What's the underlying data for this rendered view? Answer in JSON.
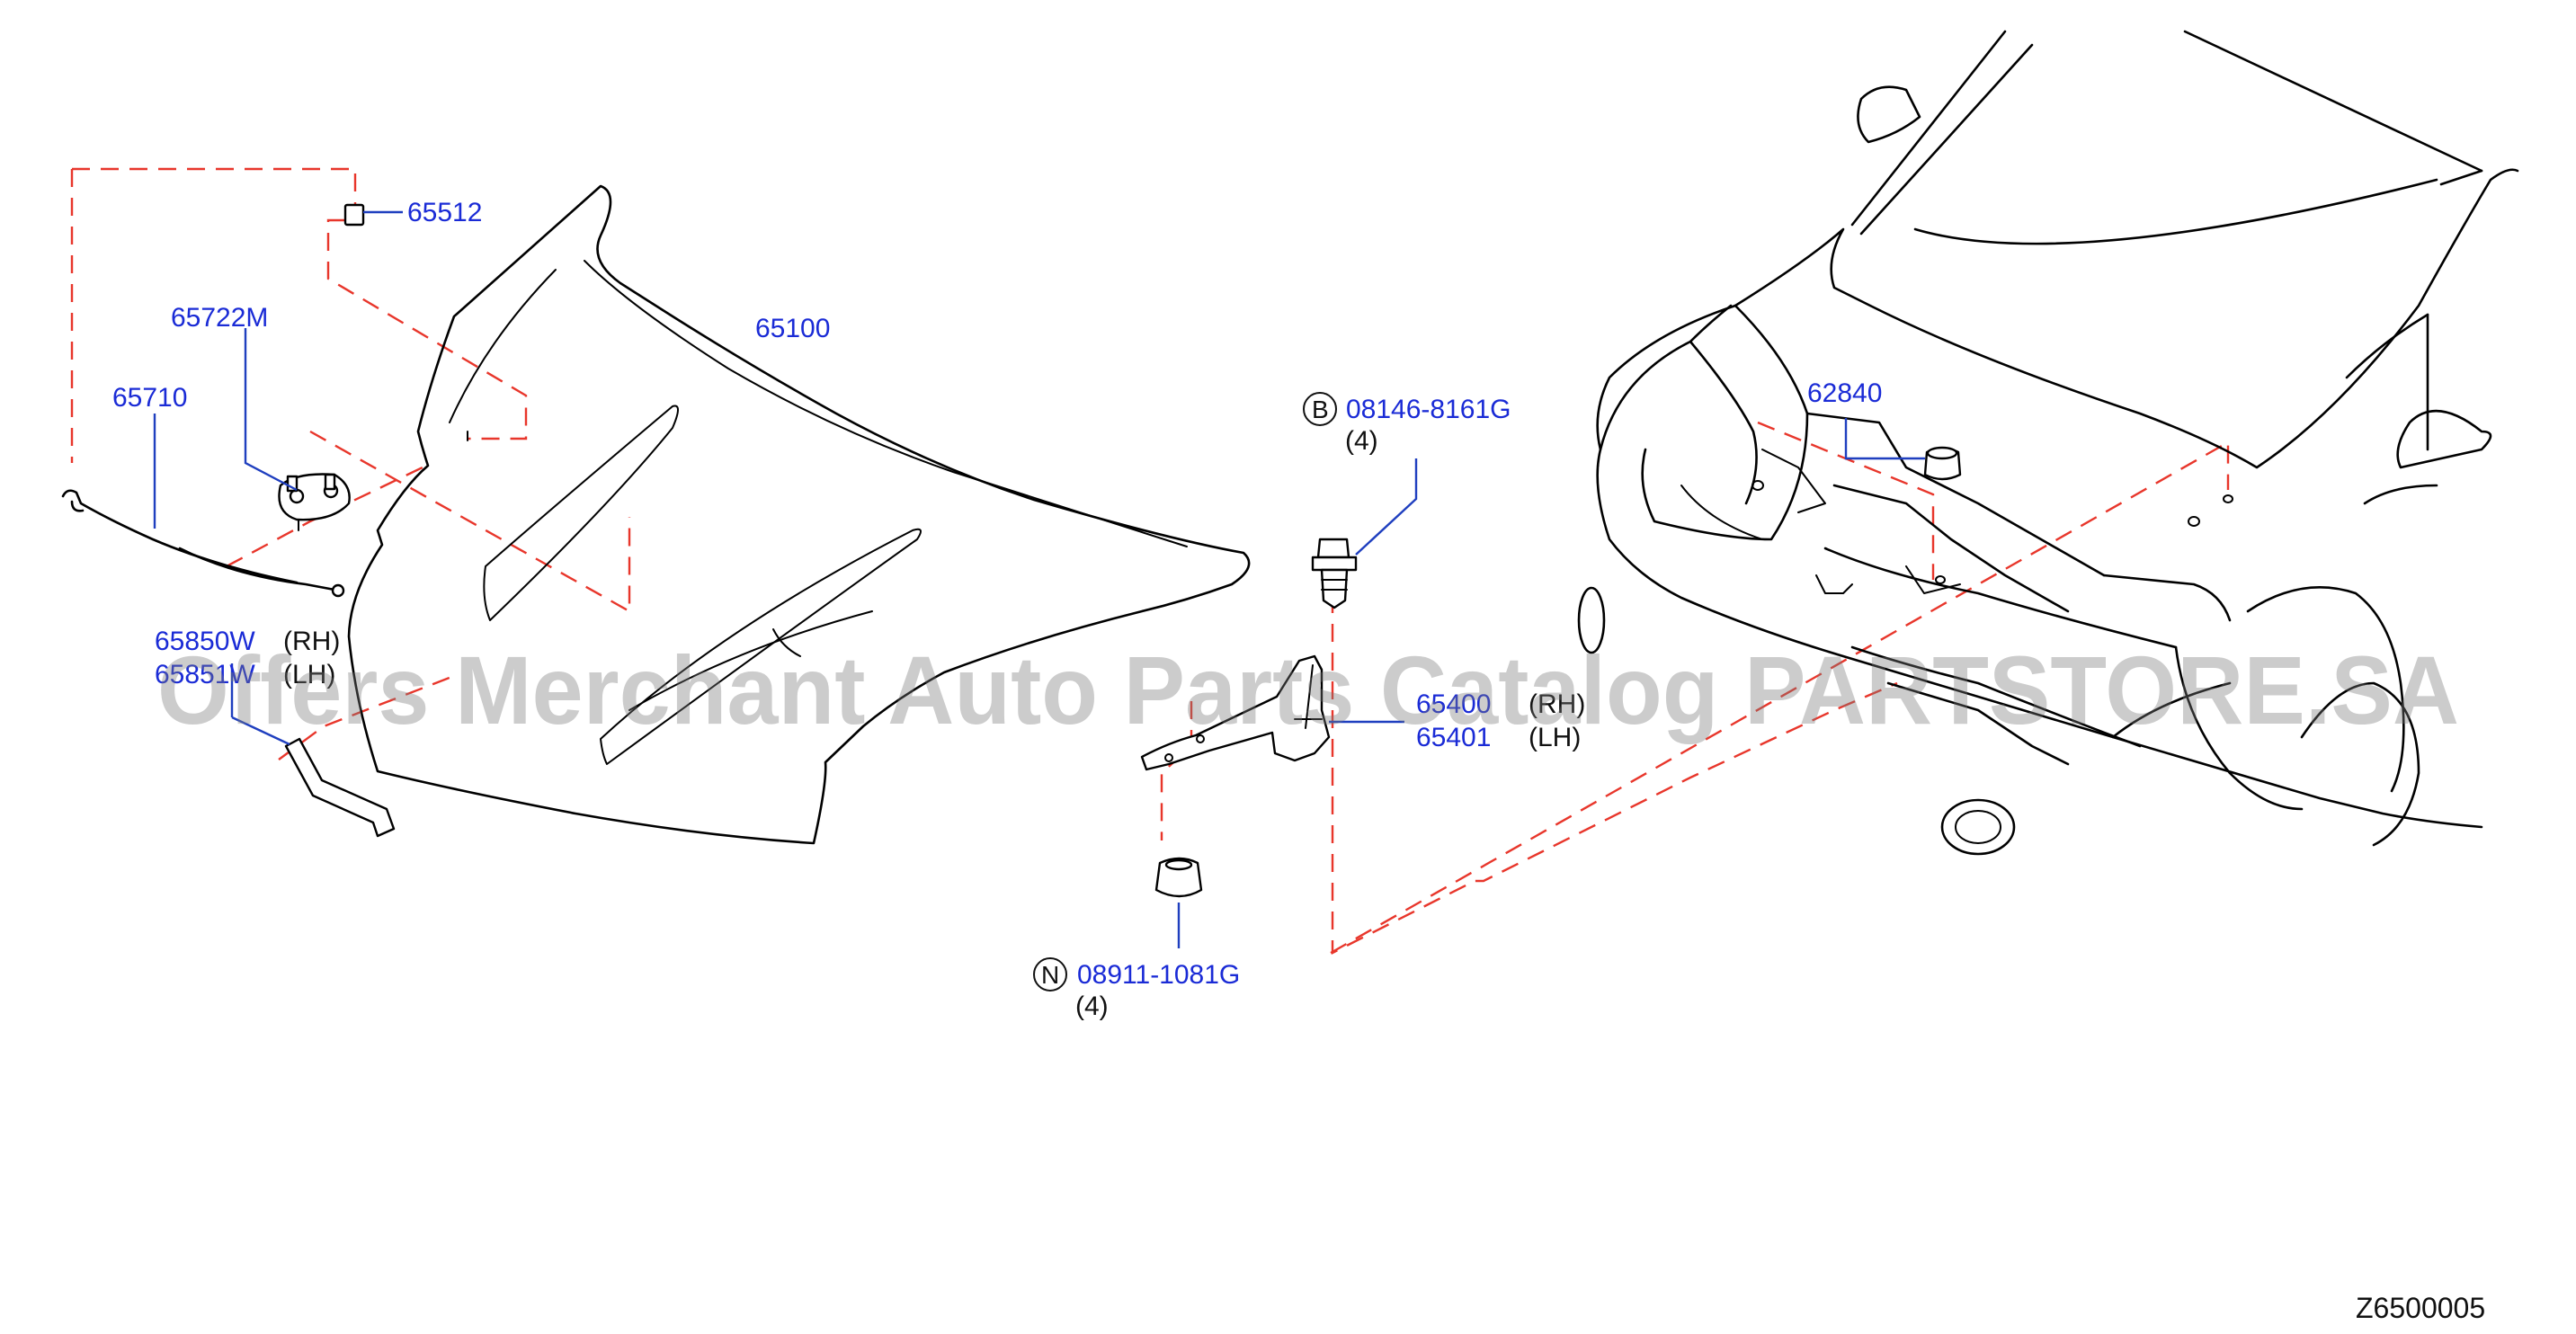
{
  "parts": {
    "p65512": "65512",
    "p65722m": "65722M",
    "p65710": "65710",
    "p65100": "65100",
    "p65850w": "65850W",
    "p65851w": "65851W",
    "p65400": "65400",
    "p65401": "65401",
    "p08146": "08146-8161G",
    "p08911": "08911-1081G",
    "p62840": "62840"
  },
  "notes": {
    "rh": "(RH)",
    "lh": "(LH)",
    "qty_bolt": "(4)",
    "qty_nut": "(4)"
  },
  "symbols": {
    "bolt": "B",
    "nut": "N"
  },
  "watermark": "Offers Merchant Auto Parts Catalog PARTSTORE.SA",
  "diagram_code": "Z6500005",
  "colors": {
    "part_number": "#1a2bd6",
    "leader": "#1f3fbf",
    "dashed_guide": "#e8362b",
    "outline": "#000000"
  }
}
